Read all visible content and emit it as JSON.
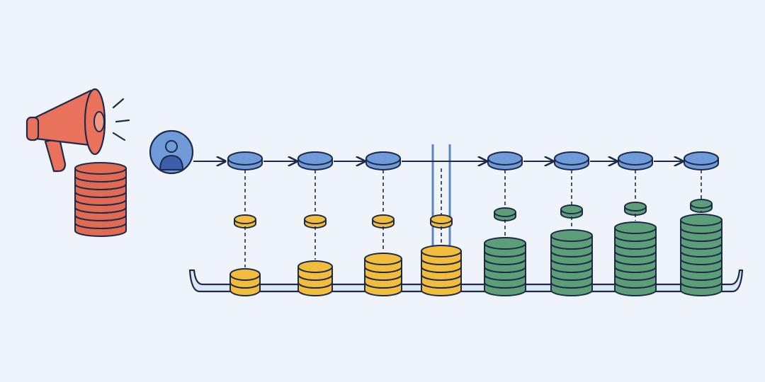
{
  "colors": {
    "background": "#eef4fa",
    "outline": "#1e2a4a",
    "megaphone": "#e8725c",
    "cost_stack": "#e06a52",
    "user_avatar": "#6f9bd8",
    "step_node": "#6f9bd8",
    "gold_coin": "#f2bd3c",
    "green_coin": "#5c9e78",
    "tray": "#dce7f5",
    "divider": "#5b83c7"
  },
  "icons": {
    "campaign": "megaphone-icon",
    "acquisition_cost": "coin-stack-icon",
    "customer": "user-avatar-icon"
  },
  "stages": [
    {
      "phase": "payback",
      "drop_coin": "gold",
      "stack_coins": 2
    },
    {
      "phase": "payback",
      "drop_coin": "gold",
      "stack_coins": 3
    },
    {
      "phase": "payback",
      "drop_coin": "gold",
      "stack_coins": 4
    },
    {
      "phase": "break-even",
      "drop_coin": "gold",
      "stack_coins": 5
    },
    {
      "phase": "profit",
      "drop_coin": "green",
      "stack_coins": 6
    },
    {
      "phase": "profit",
      "drop_coin": "green",
      "stack_coins": 7
    },
    {
      "phase": "profit",
      "drop_coin": "green",
      "stack_coins": 8
    },
    {
      "phase": "profit",
      "drop_coin": "green",
      "stack_coins": 9
    }
  ],
  "cost_stack_coins": 8
}
